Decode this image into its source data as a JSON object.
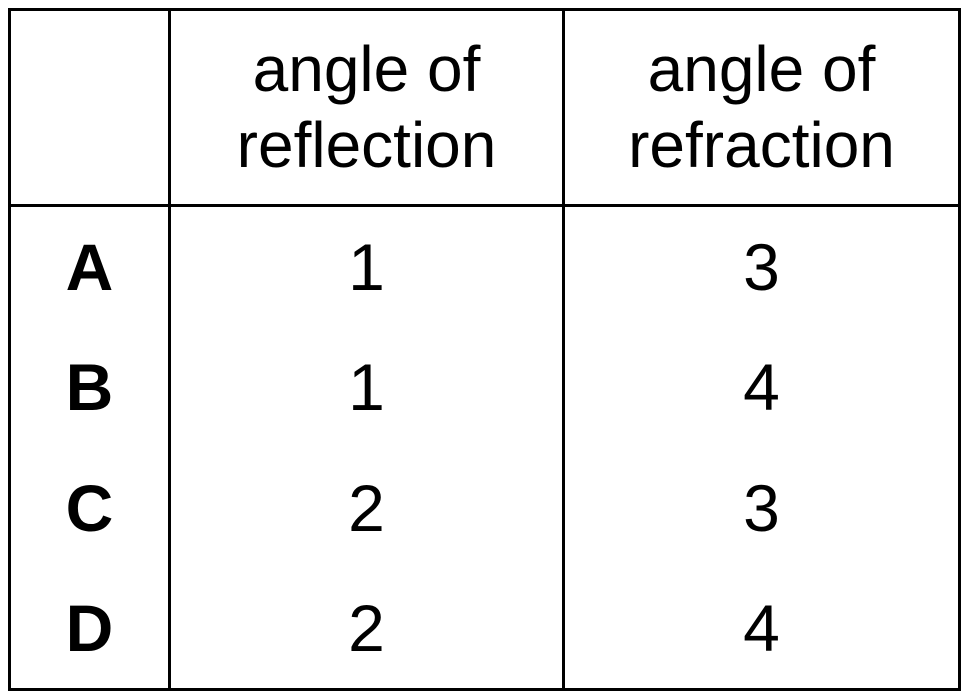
{
  "page": {
    "background_color": "#ffffff",
    "text_color": "#000000",
    "border_color": "#000000"
  },
  "table": {
    "headers": {
      "row_label": "",
      "reflection": "angle of\nreflection",
      "refraction": "angle of\nrefraction"
    },
    "rows": [
      {
        "label": "A",
        "reflection": "1",
        "refraction": "3"
      },
      {
        "label": "B",
        "reflection": "1",
        "refraction": "4"
      },
      {
        "label": "C",
        "reflection": "2",
        "refraction": "3"
      },
      {
        "label": "D",
        "reflection": "2",
        "refraction": "4"
      }
    ]
  }
}
